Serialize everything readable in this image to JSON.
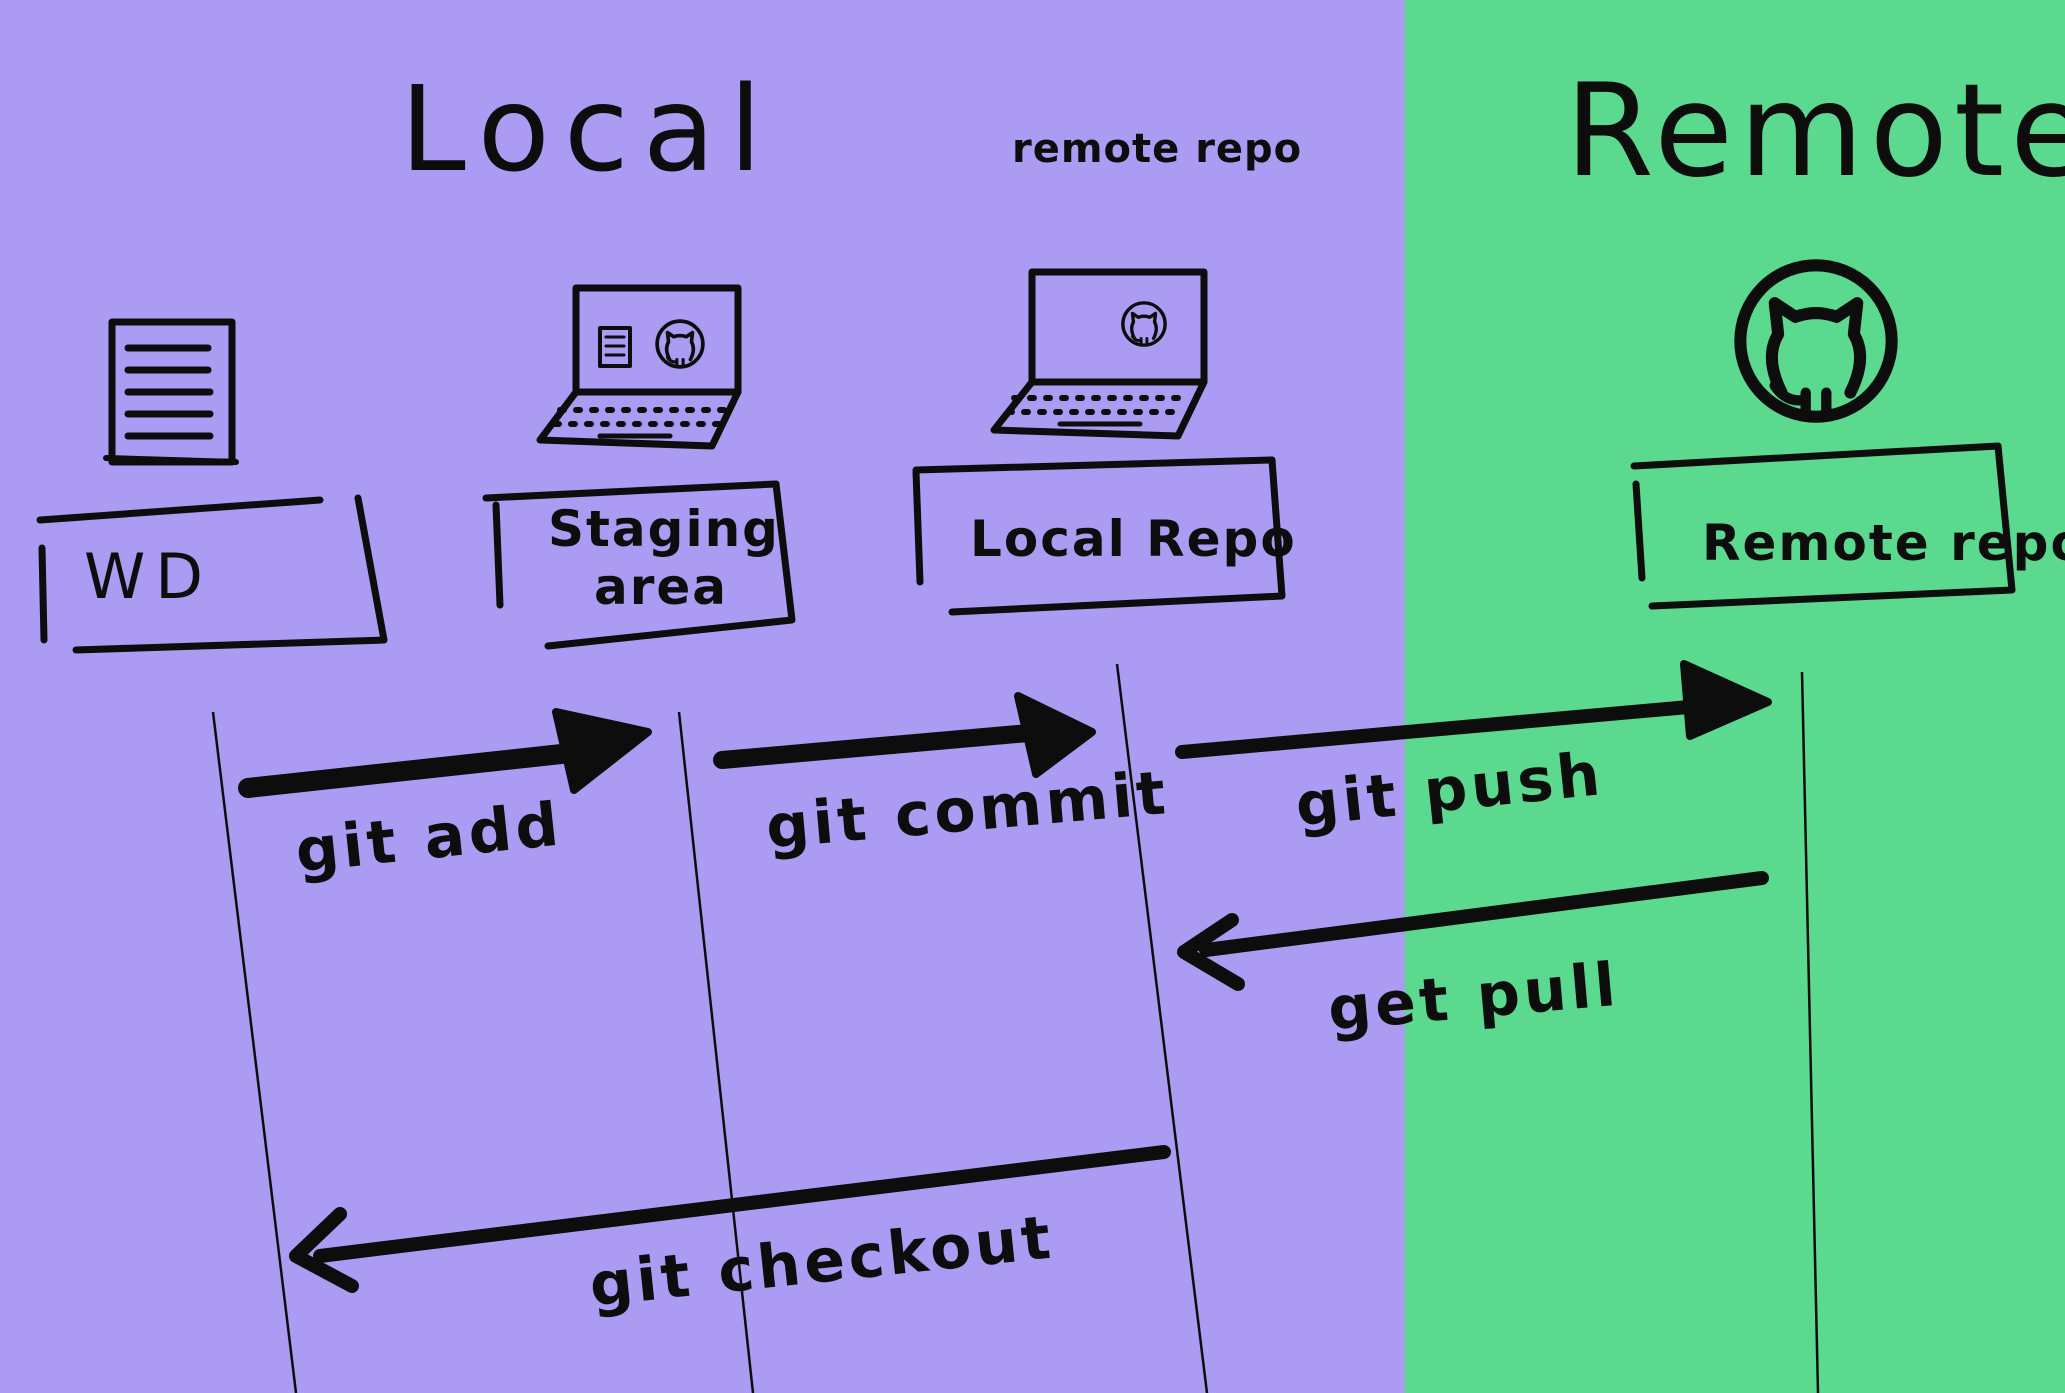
{
  "colors": {
    "local_bg": "#ab9bf2",
    "remote_bg": "#5bd98f",
    "ink": "#0d0d0d"
  },
  "regions": {
    "local_title": "Local",
    "remote_title": "Remote",
    "local_subtitle": "remote repo"
  },
  "stages": [
    {
      "id": "wd",
      "label": "WD",
      "icon": "document-icon"
    },
    {
      "id": "staging",
      "label_line1": "Staging",
      "label_line2": "area",
      "icon": "laptop-document-github-icon"
    },
    {
      "id": "local-repo",
      "label": "Local Repo",
      "icon": "laptop-github-icon"
    },
    {
      "id": "remote-repo",
      "label": "Remote repo",
      "icon": "github-icon"
    }
  ],
  "commands": [
    {
      "id": "git-add",
      "label": "git add",
      "from": "wd",
      "to": "staging"
    },
    {
      "id": "git-commit",
      "label": "git commit",
      "from": "staging",
      "to": "local-repo"
    },
    {
      "id": "git-push",
      "label": "git push",
      "from": "local-repo",
      "to": "remote-repo"
    },
    {
      "id": "git-pull",
      "label": "get pull",
      "from": "remote-repo",
      "to": "local-repo"
    },
    {
      "id": "git-checkout",
      "label": "git checkout",
      "from": "local-repo",
      "to": "wd"
    }
  ]
}
